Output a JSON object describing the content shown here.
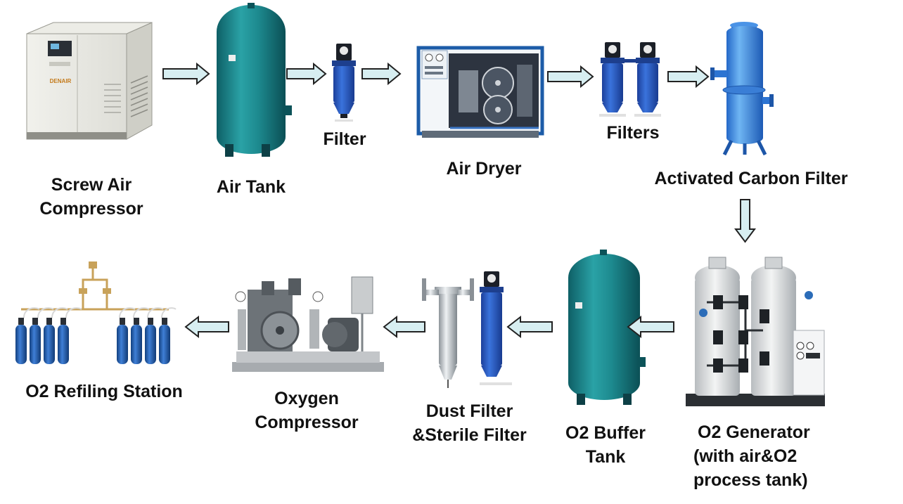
{
  "labels": {
    "screw_air_compressor": [
      "Screw Air",
      "Compressor"
    ],
    "air_tank": "Air Tank",
    "filter": "Filter",
    "air_dryer": "Air Dryer",
    "filters": "Filters",
    "activated_carbon_filter": "Activated Carbon Filter",
    "o2_generator": [
      "O2 Generator",
      "(with air&O2",
      "process tank)"
    ],
    "o2_buffer_tank": [
      "O2 Buffer",
      "Tank"
    ],
    "dust_sterile_filter": [
      "Dust Filter",
      "&Sterile Filter"
    ],
    "oxygen_compressor": [
      "Oxygen",
      "Compressor"
    ],
    "o2_refiling_station": "O2 Refiling Station"
  },
  "compressor_brand": "DENAIR",
  "colors": {
    "tank": "#1d8a8f",
    "filter": "#2f63c9",
    "carbon_filter": "#3d8fe0",
    "cylinder": "#1f5fb8",
    "arrow_fill": "#d7eef1",
    "arrow_stroke": "#222222",
    "cabinet": "#e7e7e0",
    "dryer_frame": "#1c5ca8"
  },
  "arrows": [
    {
      "from": "screw-air-compressor",
      "to": "air-tank",
      "direction": "right"
    },
    {
      "from": "air-tank",
      "to": "filter",
      "direction": "right"
    },
    {
      "from": "filter",
      "to": "air-dryer",
      "direction": "right"
    },
    {
      "from": "air-dryer",
      "to": "filters",
      "direction": "right"
    },
    {
      "from": "filters",
      "to": "activated-carbon-filter",
      "direction": "right"
    },
    {
      "from": "activated-carbon-filter",
      "to": "o2-generator",
      "direction": "down"
    },
    {
      "from": "o2-generator",
      "to": "o2-buffer-tank",
      "direction": "left"
    },
    {
      "from": "o2-buffer-tank",
      "to": "dust-sterile-filter",
      "direction": "left"
    },
    {
      "from": "dust-sterile-filter",
      "to": "oxygen-compressor",
      "direction": "left"
    },
    {
      "from": "oxygen-compressor",
      "to": "o2-refiling-station",
      "direction": "left"
    }
  ]
}
